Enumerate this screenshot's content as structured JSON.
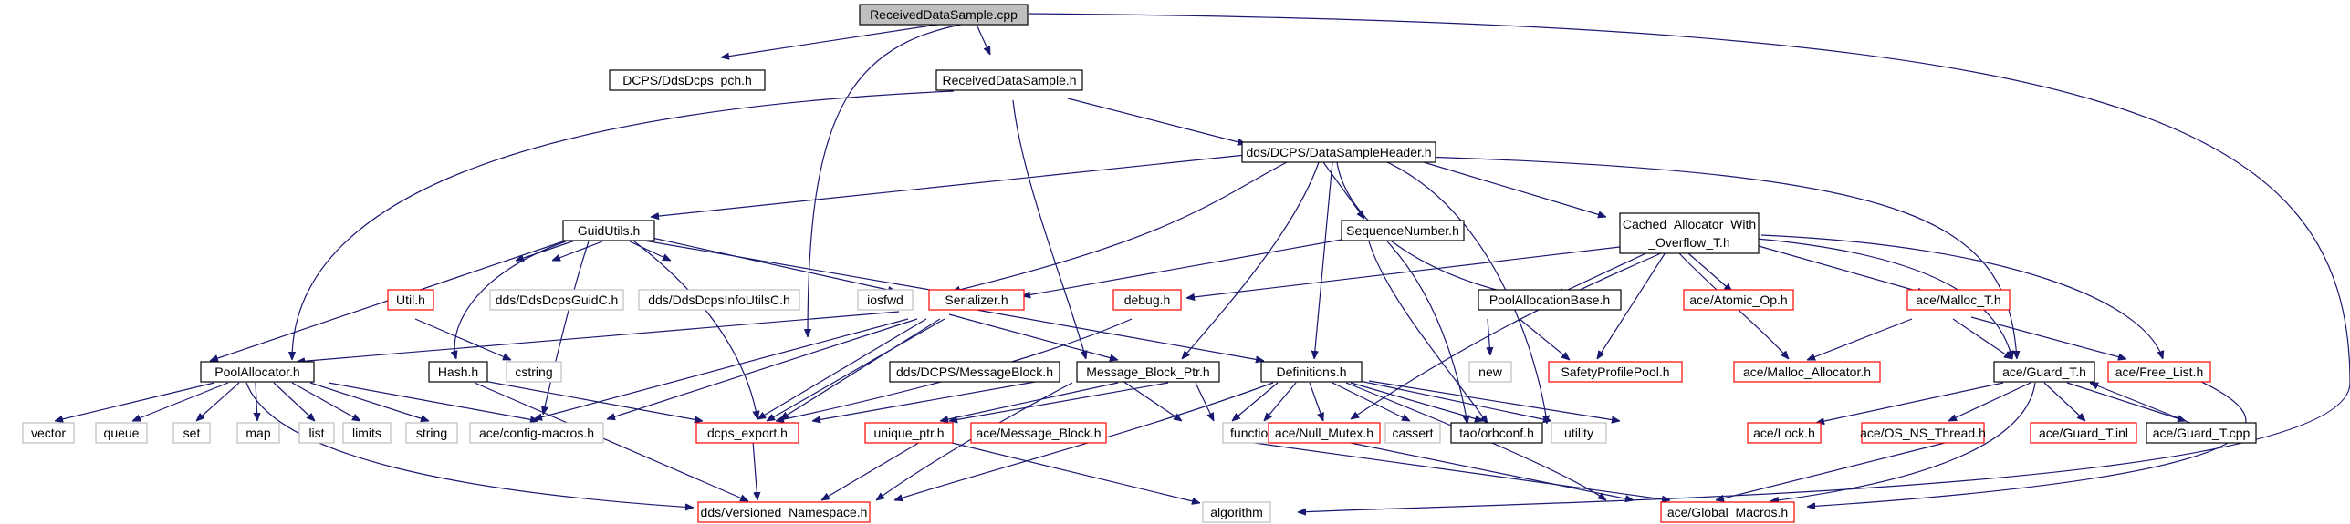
{
  "colors": {
    "edge": "#191970",
    "text": "#000000",
    "border_normal": "#000000",
    "border_truncated": "#ff0000",
    "border_system": "#bfbfbf",
    "fill_root": "#bfbfbf",
    "fill_default": "#ffffff"
  },
  "graph": {
    "nodes": [
      {
        "id": "root",
        "label": "ReceivedDataSample.cpp",
        "kind": "root"
      },
      {
        "id": "pch",
        "label": "DCPS/DdsDcps_pch.h",
        "kind": "normal"
      },
      {
        "id": "rdsh",
        "label": "ReceivedDataSample.h",
        "kind": "normal"
      },
      {
        "id": "dsh",
        "label": "dds/DCPS/DataSampleHeader.h",
        "kind": "normal"
      },
      {
        "id": "guid",
        "label": "GuidUtils.h",
        "kind": "normal"
      },
      {
        "id": "seq",
        "label": "SequenceNumber.h",
        "kind": "normal"
      },
      {
        "id": "cache1",
        "label": "Cached_Allocator_With",
        "kind": "normal"
      },
      {
        "id": "cache2",
        "label": "_Overflow_T.h",
        "kind": "label-only"
      },
      {
        "id": "util",
        "label": "Util.h",
        "kind": "truncated"
      },
      {
        "id": "guidc",
        "label": "dds/DdsDcpsGuidC.h",
        "kind": "system"
      },
      {
        "id": "infoc",
        "label": "dds/DdsDcpsInfoUtilsC.h",
        "kind": "system"
      },
      {
        "id": "iosfwd",
        "label": "iosfwd",
        "kind": "system"
      },
      {
        "id": "ser",
        "label": "Serializer.h",
        "kind": "truncated"
      },
      {
        "id": "debug",
        "label": "debug.h",
        "kind": "truncated"
      },
      {
        "id": "pab",
        "label": "PoolAllocationBase.h",
        "kind": "normal"
      },
      {
        "id": "atomic",
        "label": "ace/Atomic_Op.h",
        "kind": "truncated"
      },
      {
        "id": "malloct",
        "label": "ace/Malloc_T.h",
        "kind": "truncated"
      },
      {
        "id": "pool",
        "label": "PoolAllocator.h",
        "kind": "normal"
      },
      {
        "id": "hash",
        "label": "Hash.h",
        "kind": "normal"
      },
      {
        "id": "cstring",
        "label": "cstring",
        "kind": "system"
      },
      {
        "id": "dmb",
        "label": "dds/DCPS/MessageBlock.h",
        "kind": "normal"
      },
      {
        "id": "mbp",
        "label": "Message_Block_Ptr.h",
        "kind": "normal"
      },
      {
        "id": "defs",
        "label": "Definitions.h",
        "kind": "normal"
      },
      {
        "id": "new",
        "label": "new",
        "kind": "system"
      },
      {
        "id": "spp",
        "label": "SafetyProfilePool.h",
        "kind": "truncated"
      },
      {
        "id": "mallocalloc",
        "label": "ace/Malloc_Allocator.h",
        "kind": "truncated"
      },
      {
        "id": "guardt",
        "label": "ace/Guard_T.h",
        "kind": "normal"
      },
      {
        "id": "freelist",
        "label": "ace/Free_List.h",
        "kind": "truncated"
      },
      {
        "id": "vector",
        "label": "vector",
        "kind": "system"
      },
      {
        "id": "queue",
        "label": "queue",
        "kind": "system"
      },
      {
        "id": "set",
        "label": "set",
        "kind": "system"
      },
      {
        "id": "map",
        "label": "map",
        "kind": "system"
      },
      {
        "id": "list",
        "label": "list",
        "kind": "system"
      },
      {
        "id": "limits",
        "label": "limits",
        "kind": "system"
      },
      {
        "id": "string",
        "label": "string",
        "kind": "system"
      },
      {
        "id": "aceconfig",
        "label": "ace/config-macros.h",
        "kind": "system"
      },
      {
        "id": "dcpsexp",
        "label": "dcps_export.h",
        "kind": "truncated"
      },
      {
        "id": "uptr",
        "label": "unique_ptr.h",
        "kind": "truncated"
      },
      {
        "id": "acemb",
        "label": "ace/Message_Block.h",
        "kind": "truncated"
      },
      {
        "id": "functional",
        "label": "functional",
        "kind": "system"
      },
      {
        "id": "nullmutex",
        "label": "ace/Null_Mutex.h",
        "kind": "truncated"
      },
      {
        "id": "cassert",
        "label": "cassert",
        "kind": "system"
      },
      {
        "id": "orbconf",
        "label": "tao/orbconf.h",
        "kind": "normal"
      },
      {
        "id": "utility",
        "label": "utility",
        "kind": "system"
      },
      {
        "id": "lock",
        "label": "ace/Lock.h",
        "kind": "truncated"
      },
      {
        "id": "osns",
        "label": "ace/OS_NS_Thread.h",
        "kind": "truncated"
      },
      {
        "id": "guardinl",
        "label": "ace/Guard_T.inl",
        "kind": "truncated"
      },
      {
        "id": "guardcpp",
        "label": "ace/Guard_T.cpp",
        "kind": "normal"
      },
      {
        "id": "vns",
        "label": "dds/Versioned_Namespace.h",
        "kind": "truncated"
      },
      {
        "id": "algorithm",
        "label": "algorithm",
        "kind": "system"
      },
      {
        "id": "globalm",
        "label": "ace/Global_Macros.h",
        "kind": "truncated"
      }
    ]
  }
}
